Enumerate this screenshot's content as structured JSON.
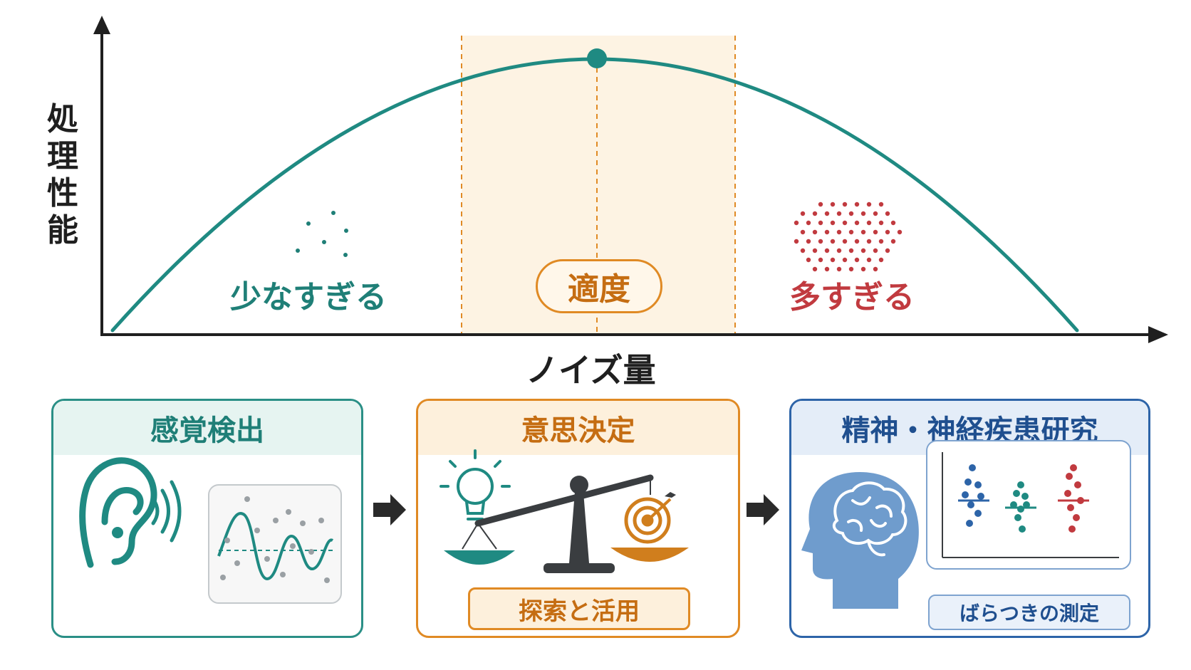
{
  "axes": {
    "y_label_chars": [
      "処",
      "理",
      "性",
      "能"
    ],
    "x_label": "ノイズ量"
  },
  "regions": {
    "low": "少なすぎる",
    "optimal": "適度",
    "high": "多すぎる"
  },
  "panels": [
    {
      "title": "感覚検出",
      "caption": ""
    },
    {
      "title": "意思決定",
      "caption": "探索と活用"
    },
    {
      "title": "精神・神経疾患研究",
      "caption": "ばらつきの測定"
    }
  ],
  "colors": {
    "teal": "#1f8a82",
    "orange": "#e08a24",
    "red": "#c13a3f",
    "blue": "#2d64a8",
    "band": "#fdf3e3"
  },
  "icons": [
    "ear-icon",
    "sound-waves-icon",
    "noisy-signal-icon",
    "right-arrow-icon",
    "lightbulb-icon",
    "balance-scale-icon",
    "target-icon",
    "head-brain-icon",
    "dot-plot-icon"
  ]
}
